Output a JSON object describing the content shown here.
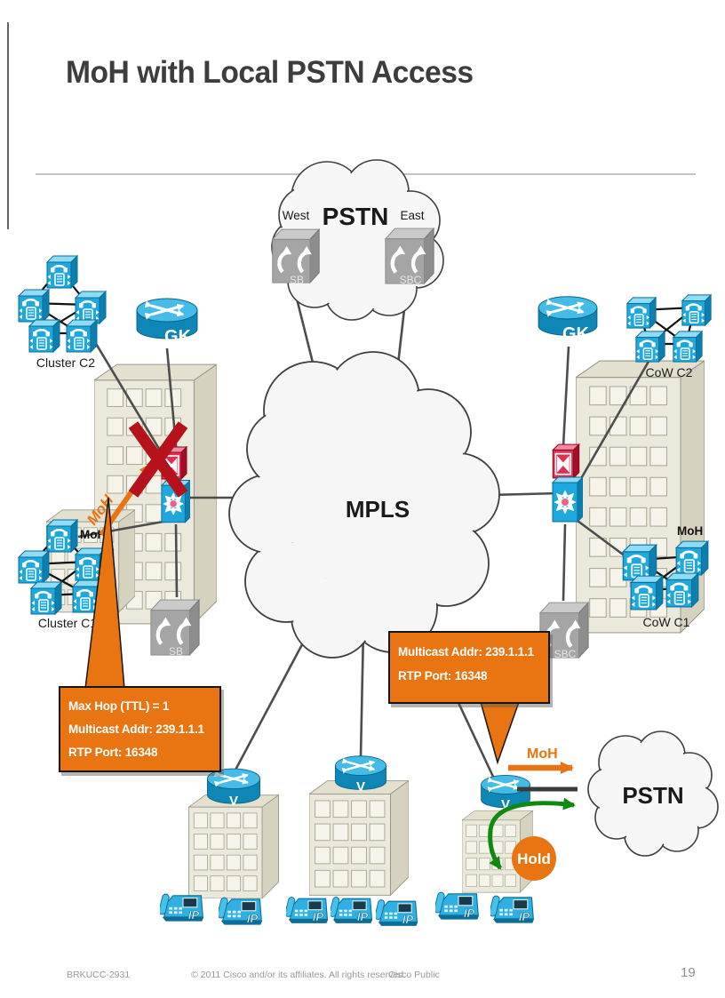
{
  "title": "MoH with Local PSTN Access",
  "clouds": {
    "pstn_top": "PSTN",
    "mpls": "MPLS",
    "pstn_bottom": "PSTN"
  },
  "pstn_top": {
    "west": "West",
    "east": "East",
    "sb_label": "SB",
    "sbc_label": "SBC"
  },
  "left": {
    "cluster_c2": "Cluster C2",
    "gk": "GK",
    "moh_arrow": "MoH",
    "moh": "MoH",
    "cluster_c1": "Cluster C1",
    "sb_label": "SB"
  },
  "right": {
    "gk": "GK",
    "cow_c2": "CoW C2",
    "moh": "MoH",
    "cow_c1": "CoW C1",
    "sbc_label": "SBC"
  },
  "callout_left": {
    "line1": "Max Hop (TTL) = 1",
    "line2": "Multicast Addr: 239.1.1.1",
    "line3": "RTP Port: 16348"
  },
  "callout_right": {
    "line1": "Multicast Addr: 239.1.1.1",
    "line2": "RTP Port: 16348"
  },
  "bottom": {
    "moh": "MoH",
    "hold": "Hold",
    "pstn": "PSTN"
  },
  "labels": {
    "gateway_v": "V",
    "ip": "IP"
  },
  "icons": {
    "callmanager_cube": "blue cube with phone + arrows",
    "gatekeeper_router": "cyan cylinder router with crossing arrows",
    "voice_gateway": "cyan cylinder router labeled V",
    "sbc_cube": "gray cube with two up arrows",
    "red_gateway_cube": "red cube with white bowtie",
    "multilayer_switch": "blue box with starburst arrows",
    "ip_phone": "blue desk phone labeled IP",
    "building": "beige office building",
    "blocked_x": "red X over MoH stream"
  },
  "colors": {
    "accent_orange": "#E87511",
    "cisco_blue": "#1EA8DE",
    "router_cyan": "#45BCE8",
    "red_x": "#B5121B",
    "green_arrow": "#0F8A10",
    "building_fill": "#EBE9DC",
    "cloud_stroke": "#3F3F3F"
  },
  "footer": {
    "session_id": "BRKUCC-2931",
    "copyright": "© 2011 Cisco and/or its affiliates. All rights reserved.",
    "classification": "Cisco Public",
    "page_number": "19"
  }
}
